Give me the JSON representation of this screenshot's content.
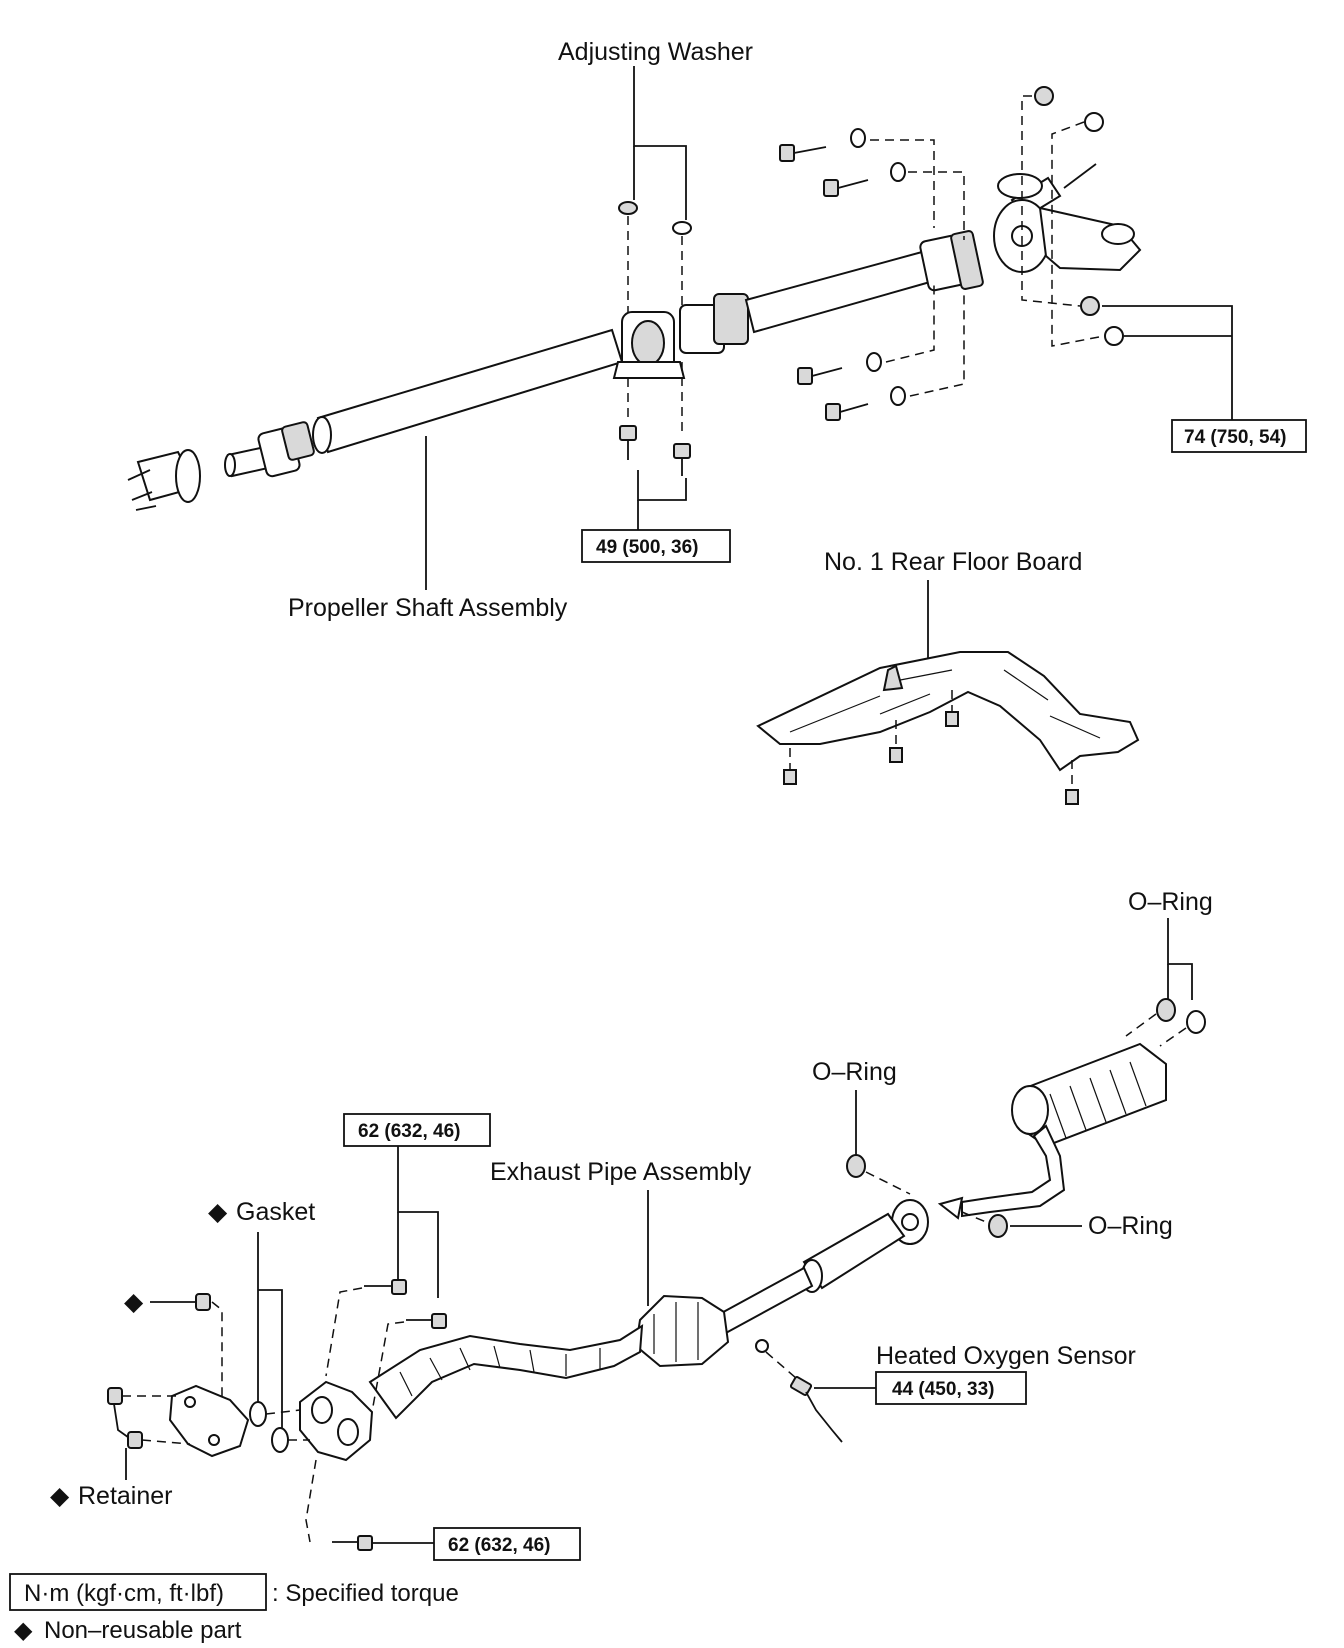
{
  "labels": {
    "adjusting_washer": "Adjusting Washer",
    "propeller_shaft": "Propeller Shaft Assembly",
    "rear_floor_board": "No. 1 Rear Floor Board",
    "o_ring_top": "O–Ring",
    "o_ring_mid": "O–Ring",
    "o_ring_right": "O–Ring",
    "exhaust_pipe": "Exhaust Pipe Assembly",
    "gasket": "Gasket",
    "retainer": "Retainer",
    "heated_oxygen_sensor": "Heated Oxygen Sensor"
  },
  "torques": {
    "rear_flange": "74 (750, 54)",
    "center_bearing": "49 (500, 36)",
    "front_pipe_upper": "62 (632, 46)",
    "front_pipe_lower": "62 (632, 46)",
    "oxygen_sensor": "44 (450, 33)"
  },
  "symbols": {
    "non_reusable": "◆"
  },
  "legend": {
    "torque_unit": "N·m (kgf·cm, ft·lbf)",
    "torque_desc": ": Specified torque",
    "non_reusable_desc": "Non–reusable part"
  }
}
